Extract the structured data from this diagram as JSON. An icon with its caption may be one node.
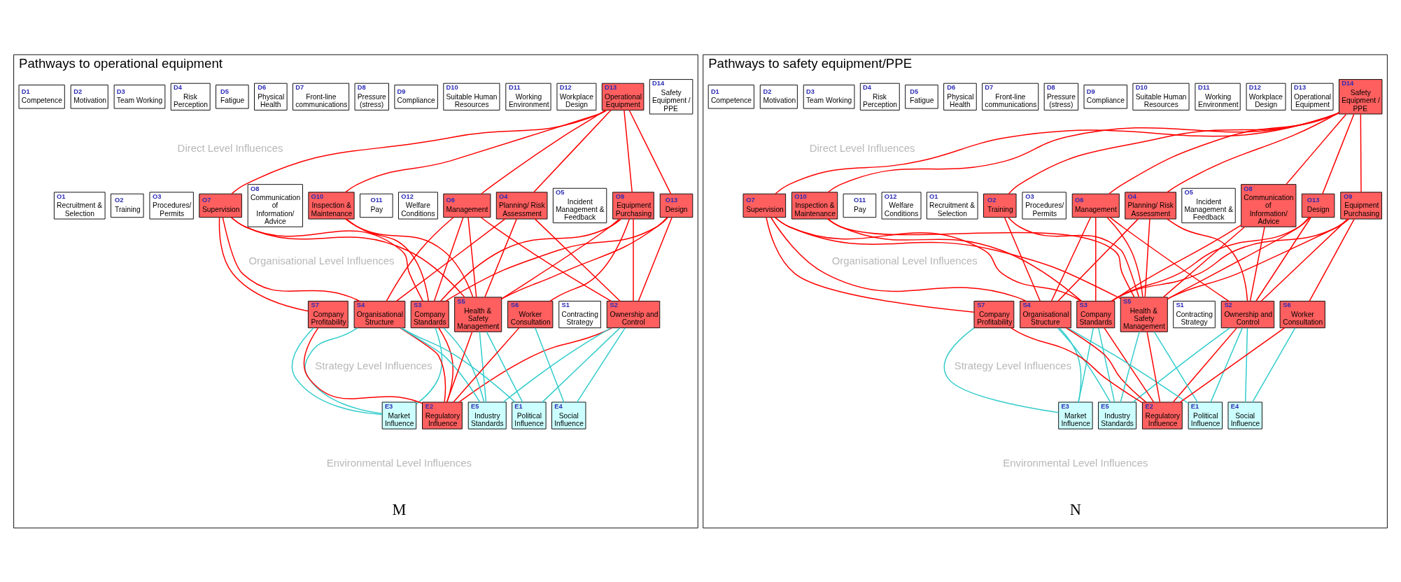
{
  "diagram": {
    "nodes": [
      {
        "text": [
          "Pathways to operational equipment",
          "M"
        ]
      },
      {
        "text": [
          "D1",
          "Competence"
        ],
        "in": 0
      },
      {
        "text": [
          "D2",
          "Motivation"
        ],
        "in": 0
      },
      {
        "text": [
          "D3",
          "Team Working"
        ],
        "in": 0
      },
      {
        "text": [
          "D4",
          "Risk Perception"
        ],
        "in": 0
      },
      {
        "text": [
          "D5",
          "Fatigue"
        ],
        "in": 0
      },
      {
        "text": [
          "D6",
          "Physical Health"
        ],
        "in": 0
      },
      {
        "text": [
          "D7",
          "Front-line communications"
        ],
        "in": 0
      },
      {
        "text": [
          "D8",
          "Pressure (stress)"
        ],
        "in": 0
      },
      {
        "text": [
          "D9",
          "Compliance"
        ],
        "in": 0
      },
      {
        "text": [
          "D10",
          "Suitable Human Resources"
        ],
        "in": 0
      },
      {
        "text": [
          "D11",
          "Working Environment"
        ],
        "in": 0
      },
      {
        "text": [
          "D12",
          "Workplace Design"
        ],
        "in": 0
      },
      {
        "text": [
          "D13",
          "Operational Equipment"
        ],
        "in": 0
      },
      {
        "text": [
          "D14",
          "Safety Equipment / PPE"
        ],
        "in": 0
      },
      {
        "text": [
          "O1",
          "Recruitment & Selection"
        ],
        "in": 0
      },
      {
        "text": [
          "O2",
          "Training"
        ],
        "in": 0
      },
      {
        "text": [
          "O3",
          "Procedures/ Permits"
        ],
        "in": 0
      },
      {
        "text": [
          "O4",
          "Planning/ Risk Assessment"
        ],
        "in": 0
      },
      {
        "text": [
          "O5",
          "Incident Management & Feedback"
        ],
        "in": 0
      },
      {
        "text": [
          "O6",
          "Management"
        ],
        "in": 0
      },
      {
        "text": [
          "O7",
          "Supervision"
        ],
        "in": 0
      },
      {
        "text": [
          "O8",
          "Communication of Information/ Advice"
        ],
        "in": 0
      },
      {
        "text": [
          "O9",
          "Equipment Purchasing"
        ],
        "in": 0
      },
      {
        "text": [
          "O10",
          "Inspection & Maintenance"
        ],
        "in": 0
      },
      {
        "text": [
          "O11",
          "Pay"
        ],
        "in": 0
      },
      {
        "text": [
          "O12",
          "Welfare Conditions"
        ],
        "in": 0
      },
      {
        "text": [
          "O13",
          "Design"
        ],
        "in": 0
      },
      {
        "text": [
          "S1",
          "Contracting Strategy"
        ],
        "in": 0
      },
      {
        "text": [
          "S2",
          "Ownership and Control"
        ],
        "in": 0
      },
      {
        "text": [
          "S3",
          "Company Standards"
        ],
        "in": 0
      },
      {
        "text": [
          "S4",
          "Organisational Structure"
        ],
        "in": 0
      },
      {
        "text": [
          "S5",
          "Health & Safety Management"
        ],
        "in": 0
      },
      {
        "text": [
          "S6",
          "Worker Consultation"
        ],
        "in": 0
      },
      {
        "text": [
          "S7",
          "Company Profitability"
        ],
        "in": 0
      },
      {
        "text": [
          "E1",
          "Political Influence"
        ],
        "in": 0
      },
      {
        "text": [
          "E2",
          "Regulatory Influence"
        ],
        "in": 0
      },
      {
        "text": [
          "E3",
          "Market Influence"
        ],
        "in": 0
      },
      {
        "text": [
          "E4",
          "Social Influence"
        ],
        "in": 0
      },
      {
        "text": [
          "E5",
          "Industry Standards"
        ],
        "in": 0
      },
      {
        "text": [
          "Pathways to safety equipment/PPE",
          "N"
        ]
      },
      {
        "text": [
          "D1",
          "Competence"
        ],
        "in": 40
      },
      {
        "text": [
          "D2",
          "Motivation"
        ],
        "in": 40
      },
      {
        "text": [
          "D3",
          "Team Working"
        ],
        "in": 40
      },
      {
        "text": [
          "D4",
          "Risk Perception"
        ],
        "in": 40
      },
      {
        "text": [
          "D5",
          "Fatigue"
        ],
        "in": 40
      },
      {
        "text": [
          "D6",
          "Physical Health"
        ],
        "in": 40
      },
      {
        "text": [
          "D7",
          "Front-line communications"
        ],
        "in": 40
      },
      {
        "text": [
          "D8",
          "Pressure (stress)"
        ],
        "in": 40
      },
      {
        "text": [
          "D9",
          "Compliance"
        ],
        "in": 40
      },
      {
        "text": [
          "D10",
          "Suitable Human Resources"
        ],
        "in": 40
      },
      {
        "text": [
          "D11",
          "Working Environment"
        ],
        "in": 40
      },
      {
        "text": [
          "D12",
          "Workplace Design"
        ],
        "in": 40
      },
      {
        "text": [
          "D13",
          "Operational Equipment"
        ],
        "in": 40
      },
      {
        "text": [
          "D14",
          "Safety Equipment / PPE"
        ],
        "in": 40
      },
      {
        "text": [
          "O1",
          "Recruitment & Selection"
        ],
        "in": 40
      },
      {
        "text": [
          "O2",
          "Training"
        ],
        "in": 40
      },
      {
        "text": [
          "O3",
          "Procedures/ Permits"
        ],
        "in": 40
      },
      {
        "text": [
          "O4",
          "Planning/ Risk Assessment"
        ],
        "in": 40
      },
      {
        "text": [
          "O5",
          "Incident Management & Feedback"
        ],
        "in": 40
      },
      {
        "text": [
          "O6",
          "Management"
        ],
        "in": 40
      },
      {
        "text": [
          "O7",
          "Supervision"
        ],
        "in": 40
      },
      {
        "text": [
          "O8",
          "Communication of Information/ Advice"
        ],
        "in": 40
      },
      {
        "text": [
          "O9",
          "Equipment Purchasing"
        ],
        "in": 40
      },
      {
        "text": [
          "O10",
          "Inspection & Maintenance"
        ],
        "in": 40
      },
      {
        "text": [
          "O11",
          "Pay"
        ],
        "in": 40
      },
      {
        "text": [
          "O12",
          "Welfare Conditions"
        ],
        "in": 40
      },
      {
        "text": [
          "O13",
          "Design"
        ],
        "in": 40
      },
      {
        "text": [
          "S1",
          "Contracting Strategy"
        ],
        "in": 40
      },
      {
        "text": [
          "S2",
          "Ownership and Control"
        ],
        "in": 40
      },
      {
        "text": [
          "S3",
          "Company Standards"
        ],
        "in": 40
      },
      {
        "text": [
          "S4",
          "Organisational Structure"
        ],
        "in": 40
      },
      {
        "text": [
          "S5",
          "Health & Safety Management"
        ],
        "in": 40
      },
      {
        "text": [
          "S6",
          "Worker Consultation"
        ],
        "in": 40
      },
      {
        "text": [
          "S7",
          "Company Profitability"
        ],
        "in": 40
      },
      {
        "text": [
          "E1",
          "Political Influence"
        ],
        "in": 40
      },
      {
        "text": [
          "E2",
          "Regulatory Influence"
        ],
        "in": 40
      },
      {
        "text": [
          "E3",
          "Market Influence"
        ],
        "in": 40
      },
      {
        "text": [
          "E4",
          "Social Influence"
        ],
        "in": 40
      },
      {
        "text": [
          "E5",
          "Industry Standards"
        ],
        "in": 40
      }
    ],
    "edges": [
      {
        "from": 13,
        "to": 18,
        "arrow": "none"
      },
      {
        "from": 13,
        "to": 20,
        "arrow": "none"
      },
      {
        "from": 13,
        "to": 21,
        "arrow": "none"
      },
      {
        "from": 13,
        "to": 23,
        "arrow": "none"
      },
      {
        "from": 13,
        "to": 24,
        "arrow": "none"
      },
      {
        "from": 13,
        "to": 27,
        "arrow": "none"
      },
      {
        "from": 18,
        "to": 29,
        "arrow": "none"
      },
      {
        "from": 18,
        "to": 31,
        "arrow": "none"
      },
      {
        "from": 18,
        "to": 32,
        "arrow": "none"
      },
      {
        "from": 20,
        "to": 29,
        "arrow": "none"
      },
      {
        "from": 20,
        "to": 30,
        "arrow": "none"
      },
      {
        "from": 20,
        "to": 31,
        "arrow": "none"
      },
      {
        "from": 20,
        "to": 32,
        "arrow": "none"
      },
      {
        "from": 21,
        "to": 30,
        "arrow": "none"
      },
      {
        "from": 21,
        "to": 31,
        "arrow": "none"
      },
      {
        "from": 21,
        "to": 32,
        "arrow": "none"
      },
      {
        "from": 21,
        "to": 34,
        "arrow": "none"
      },
      {
        "from": 23,
        "to": 29,
        "arrow": "none"
      },
      {
        "from": 23,
        "to": 30,
        "arrow": "none"
      },
      {
        "from": 23,
        "to": 32,
        "arrow": "none"
      },
      {
        "from": 23,
        "to": 33,
        "arrow": "none"
      },
      {
        "from": 24,
        "to": 30,
        "arrow": "none"
      },
      {
        "from": 24,
        "to": 32,
        "arrow": "none"
      },
      {
        "from": 27,
        "to": 29,
        "arrow": "none"
      },
      {
        "from": 27,
        "to": 30,
        "arrow": "none"
      },
      {
        "from": 27,
        "to": 32,
        "arrow": "none"
      },
      {
        "from": 29,
        "to": 35,
        "arrow": "none",
        "color": "#33cccc"
      },
      {
        "from": 29,
        "to": 36,
        "arrow": "none"
      },
      {
        "from": 29,
        "to": 38,
        "arrow": "none",
        "color": "#33cccc"
      },
      {
        "from": 29,
        "to": 39,
        "arrow": "none",
        "color": "#33cccc"
      },
      {
        "from": 30,
        "to": 36,
        "arrow": "none"
      },
      {
        "from": 30,
        "to": 37,
        "arrow": "none",
        "color": "#33cccc"
      },
      {
        "from": 30,
        "to": 39,
        "arrow": "none",
        "color": "#33cccc"
      },
      {
        "from": 31,
        "to": 35,
        "arrow": "none",
        "color": "#33cccc"
      },
      {
        "from": 31,
        "to": 36,
        "arrow": "none"
      },
      {
        "from": 31,
        "to": 37,
        "arrow": "none",
        "color": "#33cccc"
      },
      {
        "from": 31,
        "to": 39,
        "arrow": "none",
        "color": "#33cccc"
      },
      {
        "from": 32,
        "to": 35,
        "arrow": "none",
        "color": "#33cccc"
      },
      {
        "from": 32,
        "to": 36,
        "arrow": "none"
      },
      {
        "from": 32,
        "to": 39,
        "arrow": "none",
        "color": "#33cccc"
      },
      {
        "from": 33,
        "to": 36,
        "arrow": "none"
      },
      {
        "from": 33,
        "to": 38,
        "arrow": "none",
        "color": "#33cccc"
      },
      {
        "from": 34,
        "to": 36,
        "arrow": "none"
      },
      {
        "from": 34,
        "to": 37,
        "arrow": "none",
        "color": "#33cccc"
      },
      {
        "from": 54,
        "to": 56,
        "arrow": "none"
      },
      {
        "from": 54,
        "to": 58,
        "arrow": "none"
      },
      {
        "from": 54,
        "to": 60,
        "arrow": "none"
      },
      {
        "from": 54,
        "to": 61,
        "arrow": "none"
      },
      {
        "from": 54,
        "to": 62,
        "arrow": "none"
      },
      {
        "from": 54,
        "to": 63,
        "arrow": "none"
      },
      {
        "from": 54,
        "to": 64,
        "arrow": "none"
      },
      {
        "from": 54,
        "to": 67,
        "arrow": "none"
      },
      {
        "from": 56,
        "to": 71,
        "arrow": "none"
      },
      {
        "from": 56,
        "to": 72,
        "arrow": "none"
      },
      {
        "from": 58,
        "to": 69,
        "arrow": "none"
      },
      {
        "from": 58,
        "to": 71,
        "arrow": "none"
      },
      {
        "from": 58,
        "to": 72,
        "arrow": "none"
      },
      {
        "from": 60,
        "to": 69,
        "arrow": "none"
      },
      {
        "from": 60,
        "to": 70,
        "arrow": "none"
      },
      {
        "from": 60,
        "to": 71,
        "arrow": "none"
      },
      {
        "from": 60,
        "to": 72,
        "arrow": "none"
      },
      {
        "from": 61,
        "to": 70,
        "arrow": "none"
      },
      {
        "from": 61,
        "to": 71,
        "arrow": "none"
      },
      {
        "from": 61,
        "to": 72,
        "arrow": "none"
      },
      {
        "from": 61,
        "to": 74,
        "arrow": "none"
      },
      {
        "from": 62,
        "to": 69,
        "arrow": "none"
      },
      {
        "from": 62,
        "to": 70,
        "arrow": "none"
      },
      {
        "from": 62,
        "to": 72,
        "arrow": "none"
      },
      {
        "from": 63,
        "to": 69,
        "arrow": "none"
      },
      {
        "from": 63,
        "to": 70,
        "arrow": "none"
      },
      {
        "from": 63,
        "to": 72,
        "arrow": "none"
      },
      {
        "from": 63,
        "to": 73,
        "arrow": "none"
      },
      {
        "from": 64,
        "to": 70,
        "arrow": "none"
      },
      {
        "from": 64,
        "to": 72,
        "arrow": "none"
      },
      {
        "from": 67,
        "to": 69,
        "arrow": "none"
      },
      {
        "from": 67,
        "to": 70,
        "arrow": "none"
      },
      {
        "from": 67,
        "to": 72,
        "arrow": "none"
      },
      {
        "from": 69,
        "to": 75,
        "arrow": "none",
        "color": "#33cccc"
      },
      {
        "from": 69,
        "to": 76,
        "arrow": "none"
      },
      {
        "from": 69,
        "to": 78,
        "arrow": "none",
        "color": "#33cccc"
      },
      {
        "from": 69,
        "to": 79,
        "arrow": "none",
        "color": "#33cccc"
      },
      {
        "from": 70,
        "to": 76,
        "arrow": "none"
      },
      {
        "from": 70,
        "to": 77,
        "arrow": "none",
        "color": "#33cccc"
      },
      {
        "from": 70,
        "to": 79,
        "arrow": "none",
        "color": "#33cccc"
      },
      {
        "from": 71,
        "to": 75,
        "arrow": "none",
        "color": "#33cccc"
      },
      {
        "from": 71,
        "to": 76,
        "arrow": "none"
      },
      {
        "from": 71,
        "to": 77,
        "arrow": "none",
        "color": "#33cccc"
      },
      {
        "from": 71,
        "to": 79,
        "arrow": "none",
        "color": "#33cccc"
      },
      {
        "from": 72,
        "to": 75,
        "arrow": "none",
        "color": "#33cccc"
      },
      {
        "from": 72,
        "to": 76,
        "arrow": "none"
      },
      {
        "from": 72,
        "to": 79,
        "arrow": "none",
        "color": "#33cccc"
      },
      {
        "from": 73,
        "to": 76,
        "arrow": "none"
      },
      {
        "from": 73,
        "to": 78,
        "arrow": "none",
        "color": "#33cccc"
      },
      {
        "from": 74,
        "to": 76,
        "arrow": "none"
      },
      {
        "from": 74,
        "to": 77,
        "arrow": "none",
        "color": "#33cccc"
      }
    ],
    "labels": [
      "Direct Level Influences",
      "Organisational Level Influences",
      "Strategy Level Influences",
      "Environmental Level Influences",
      "Direct Level Influences",
      "Organisational Level Influences",
      "Strategy Level Influences",
      "Environmental Level Influences"
    ]
  }
}
